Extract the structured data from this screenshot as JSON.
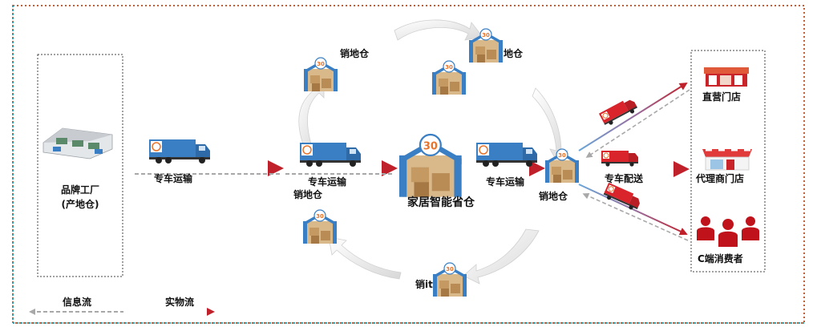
{
  "factory": {
    "line1": "品牌工厂",
    "line2": "(产地仓)"
  },
  "center": {
    "label": "家居智能省仓"
  },
  "transport": {
    "seg1": "专车运输",
    "seg2": "专车运输",
    "seg3": "专车运输",
    "delivery": "专车配送"
  },
  "warehouses": {
    "sales_top": "销地仓",
    "local_top": "地仓",
    "sales_mid": "销地仓",
    "sales_right": "销地仓",
    "sales_bottom": "销it"
  },
  "destinations": {
    "direct_store": "直营门店",
    "agent_store": "代理商门店",
    "consumer": "C端消费者"
  },
  "legend": {
    "info_flow": "信息流",
    "physical_flow": "实物流"
  },
  "colors": {
    "physical_flow": "#c0202a",
    "info_flow": "#a8a8a8",
    "outer_border": "#c0603a",
    "outer_border_alt": "#2aa8b8",
    "truck_blue": "#3a7fc4",
    "truck_red": "#d8242a"
  }
}
